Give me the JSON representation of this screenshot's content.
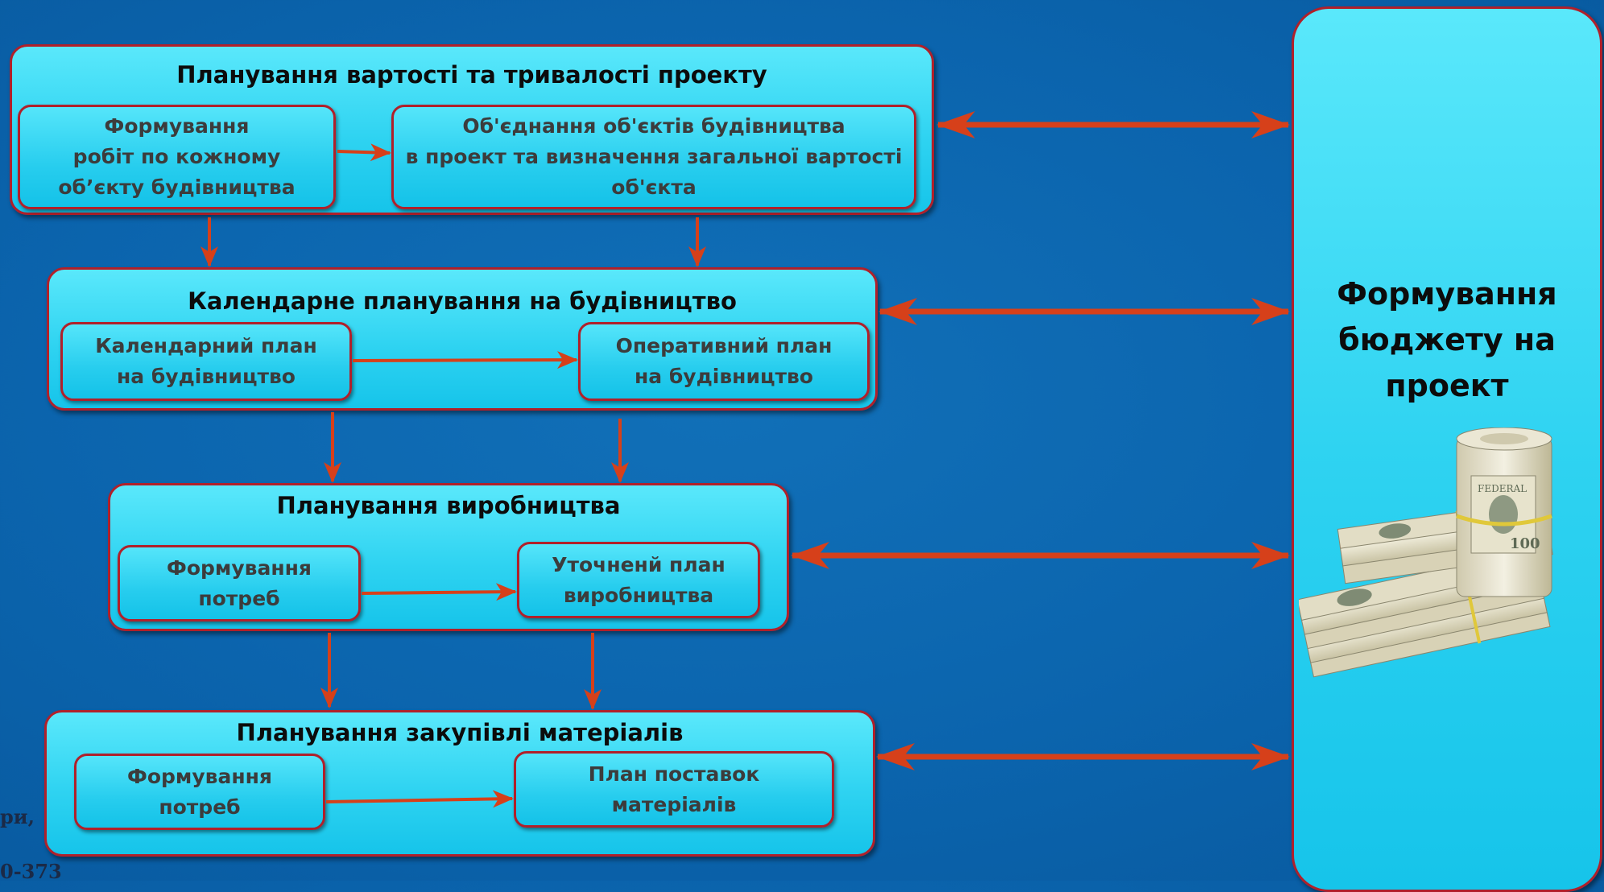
{
  "blocks": [
    {
      "title": "Планування вартості та тривалості проекту",
      "left_text": "Формування\nробіт по кожному\nоб’єкту будівництва",
      "right_text": "Об'єднання об'єктів будівництва\nв проект та визначення загальної вартості\nоб'єкта"
    },
    {
      "title": "Календарне планування на будівництво",
      "left_text": "Календарний план\nна будівництво",
      "right_text": "Оперативний план\nна будівництво"
    },
    {
      "title": "Планування виробництва",
      "left_text": "Формування\nпотреб",
      "right_text": "Уточненй план\nвиробництва"
    },
    {
      "title": "Планування закупівлі матеріалів",
      "left_text": "Формування\nпотреб",
      "right_text": "План поставок\nматеріалів"
    }
  ],
  "budget": {
    "title": "Формування\nбюджету на\nпроект",
    "image": "money-stack-icon"
  },
  "footnote": {
    "line1": "ри, ",
    "line2": "0-373"
  },
  "colors": {
    "background": "#0b64ad",
    "box_fill": "#2fd3f1",
    "box_border": "#b0202a",
    "arrow": "#d6401a"
  }
}
